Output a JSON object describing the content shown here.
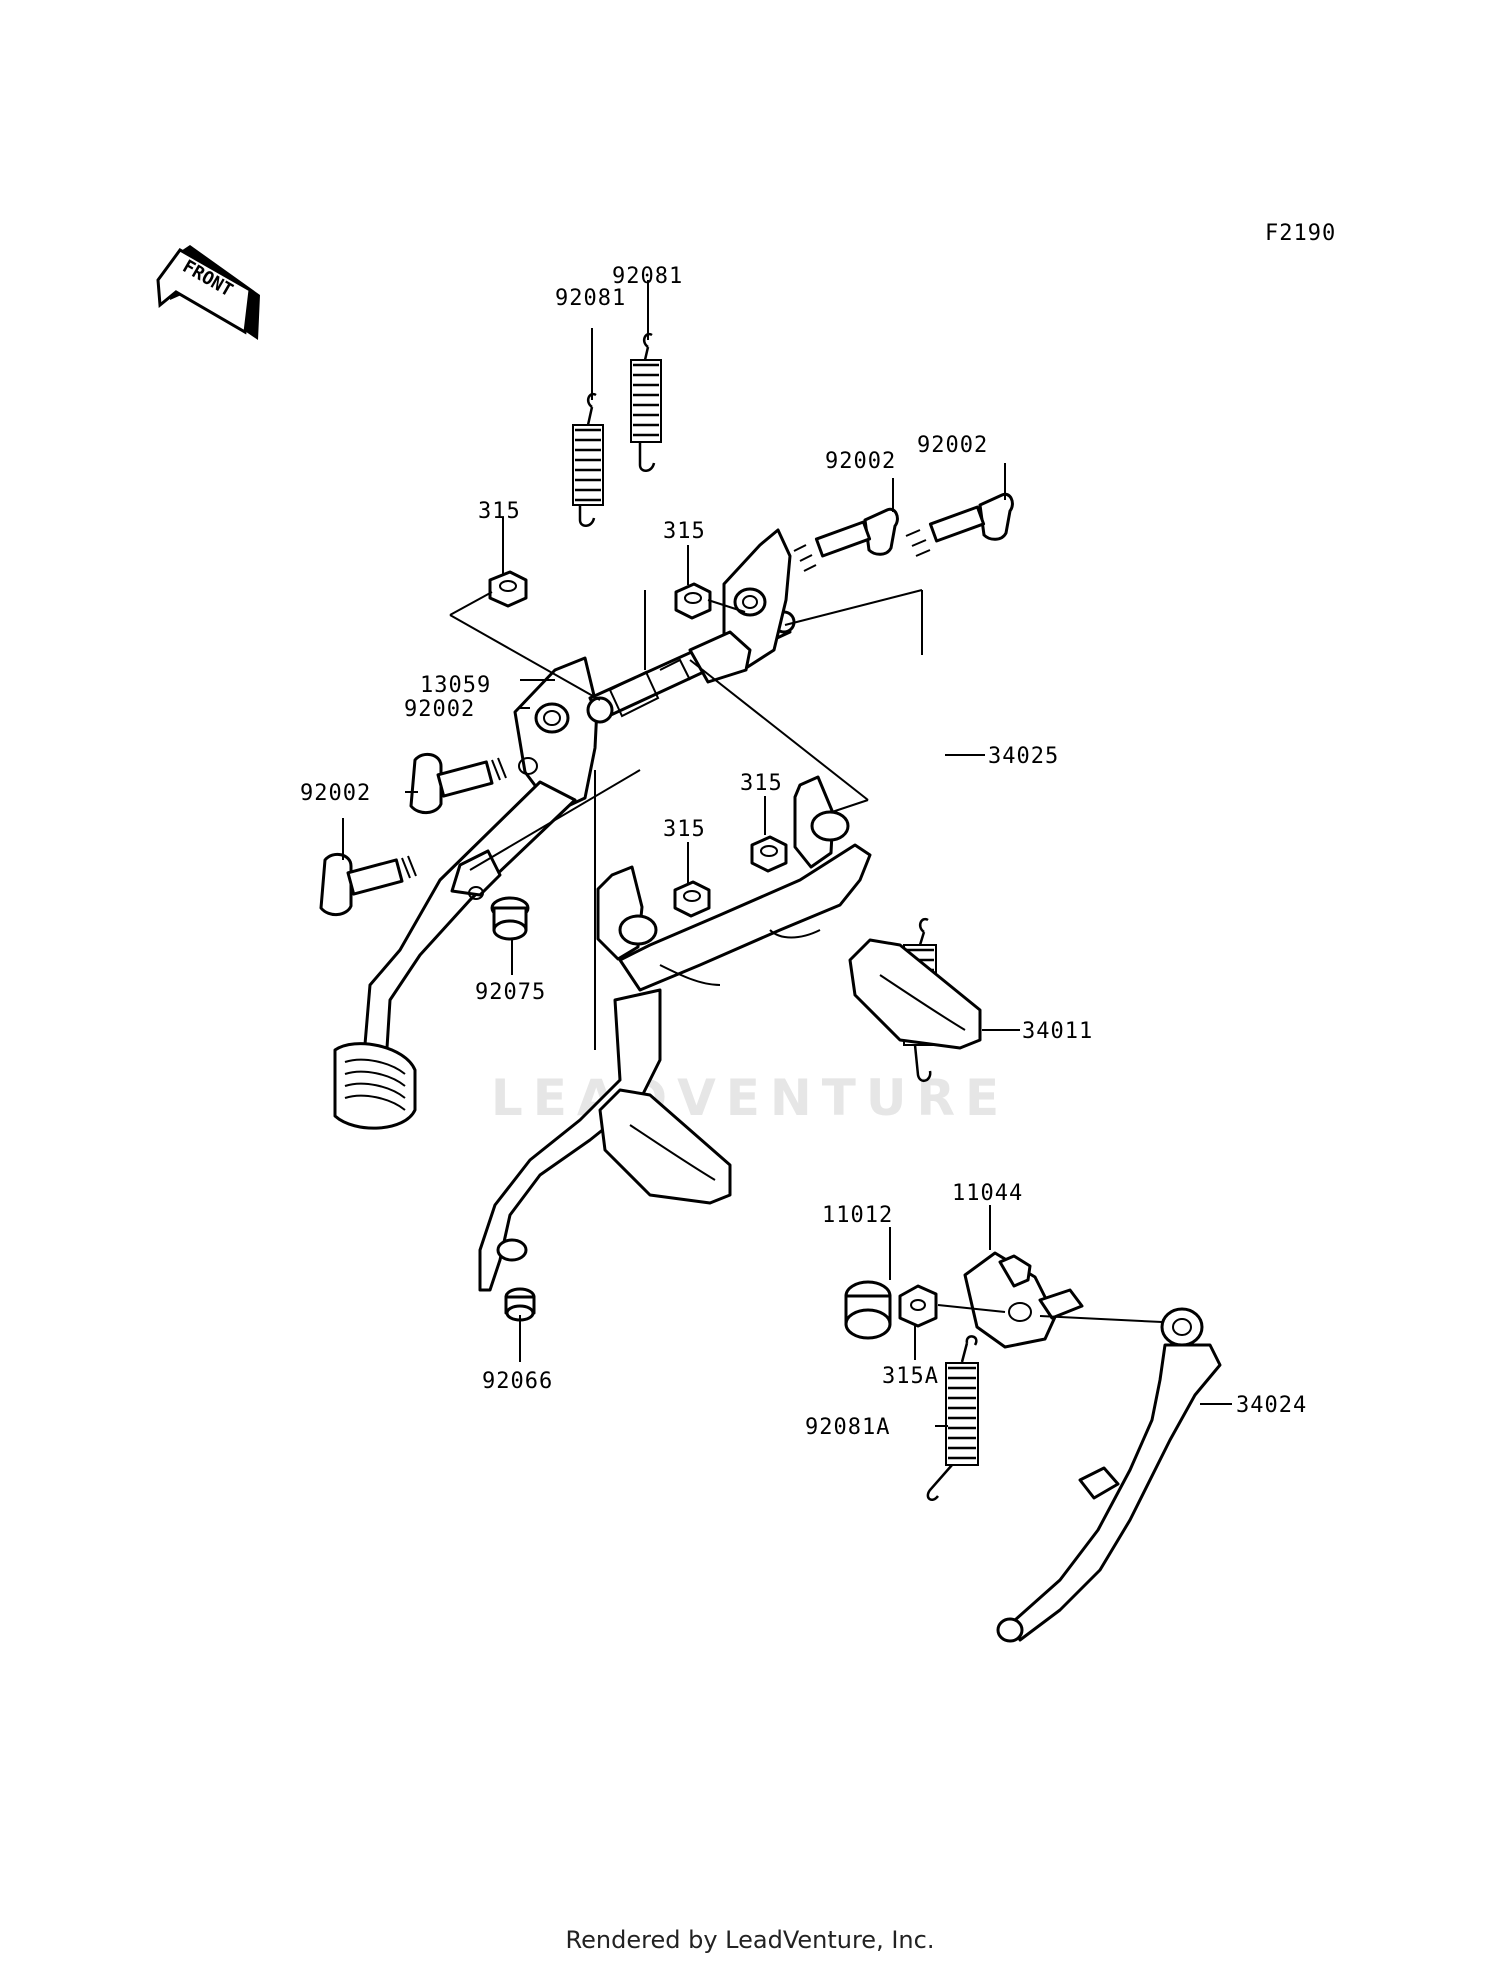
{
  "figure_code": "F2190",
  "front_label": "FRONT",
  "watermark": "LEADVENTURE",
  "footer": "Rendered by LeadVenture, Inc.",
  "callouts": {
    "c_92081_a": "92081",
    "c_92081_b": "92081",
    "c_92002_a": "92002",
    "c_92002_b": "92002",
    "c_315_a": "315",
    "c_315_b": "315",
    "c_13059": "13059",
    "c_92002_c": "92002",
    "c_92002_d": "92002",
    "c_34025": "34025",
    "c_315_c": "315",
    "c_315_d": "315",
    "c_92075": "92075",
    "c_34011": "34011",
    "c_11044": "11044",
    "c_11012": "11012",
    "c_92066": "92066",
    "c_315A": "315A",
    "c_92081A": "92081A",
    "c_34024": "34024"
  }
}
